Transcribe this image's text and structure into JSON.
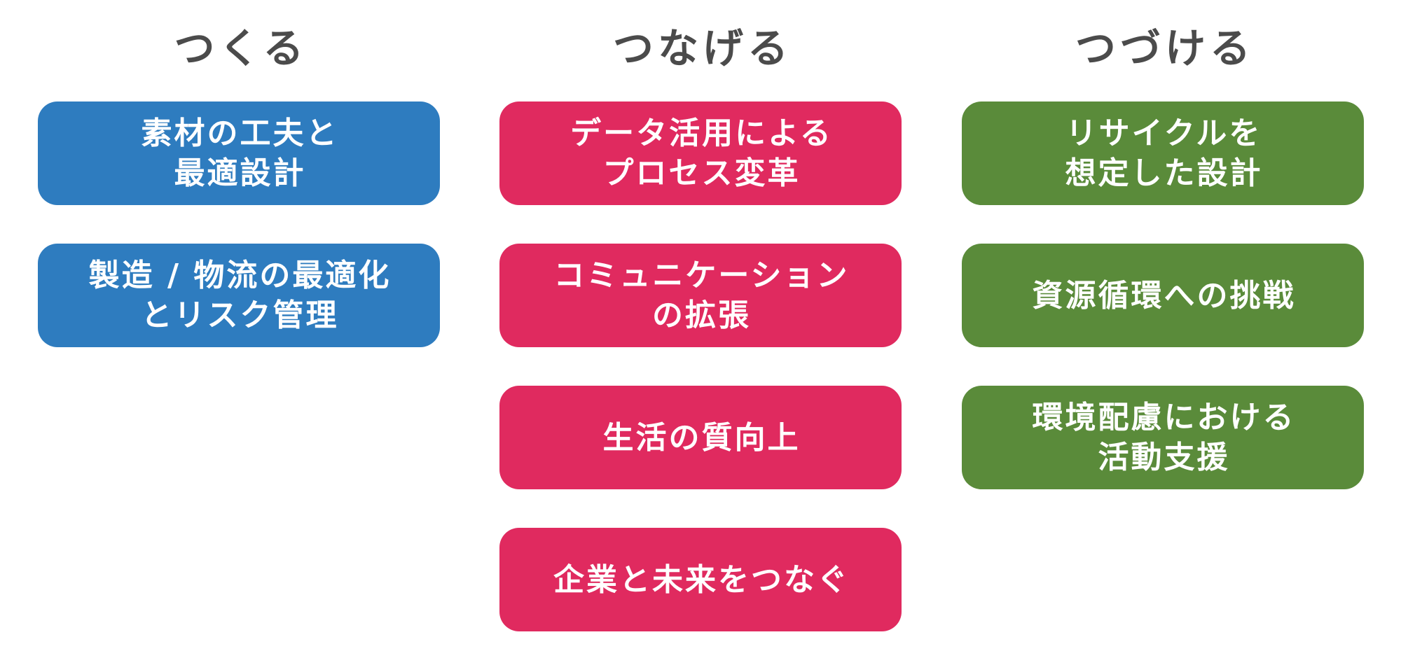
{
  "colors": {
    "header_text": "#4b4b4b",
    "box_text": "#ffffff",
    "blue": "#2e7cbf",
    "pink": "#e02a5f",
    "green": "#5a8b3a",
    "background": "#ffffff"
  },
  "columns": [
    {
      "header": "つくる",
      "color": "#2e7cbf",
      "boxes": [
        {
          "lines": [
            "素材の工夫と",
            "最適設計"
          ]
        },
        {
          "lines": [
            "製造 / 物流の最適化",
            "とリスク管理"
          ]
        }
      ]
    },
    {
      "header": "つなげる",
      "color": "#e02a5f",
      "boxes": [
        {
          "lines": [
            "データ活用による",
            "プロセス変革"
          ]
        },
        {
          "lines": [
            "コミュニケーション",
            "の拡張"
          ]
        },
        {
          "lines": [
            "生活の質向上"
          ]
        },
        {
          "lines": [
            "企業と未来をつなぐ"
          ]
        }
      ]
    },
    {
      "header": "つづける",
      "color": "#5a8b3a",
      "boxes": [
        {
          "lines": [
            "リサイクルを",
            "想定した設計"
          ]
        },
        {
          "lines": [
            "資源循環への挑戦"
          ]
        },
        {
          "lines": [
            "環境配慮における",
            "活動支援"
          ]
        }
      ]
    }
  ]
}
